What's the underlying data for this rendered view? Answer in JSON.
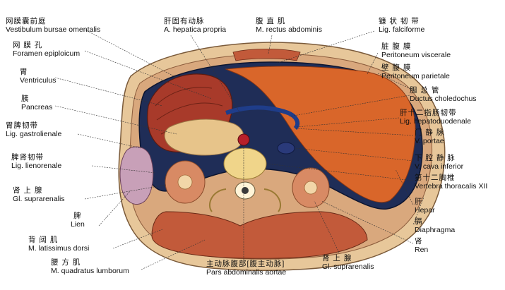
{
  "labels": {
    "vestibulum": {
      "zh": "网膜囊前庭",
      "la": "Vestibulum bursae omentalis"
    },
    "foramen": {
      "zh": "网 膜 孔",
      "la": "Foramen epiploicum"
    },
    "ventriculus": {
      "zh": "胃",
      "la": "Ventriculus"
    },
    "pancreas": {
      "zh": "胰",
      "la": "Pancreas"
    },
    "gastrolienale": {
      "zh": "胃脾韧带",
      "la": "Lig. gastrolienale"
    },
    "lienorenale": {
      "zh": "脾肾韧带",
      "la": "Lig. lienorenale"
    },
    "suprarenalis_left": {
      "zh": "肾 上 腺",
      "la": "Gl. suprarenalis"
    },
    "lien": {
      "zh": "脾",
      "la": "Lien"
    },
    "latissimus": {
      "zh": "背 阔 肌",
      "la": "M. latissimus dorsi"
    },
    "quadratus": {
      "zh": "腰 方 肌",
      "la": "M. quadratus lumborum"
    },
    "hepatica": {
      "zh": "肝固有动脉",
      "la": "A. hepatica propria"
    },
    "rectus": {
      "zh": "腹 直 肌",
      "la": "M. rectus abdominis"
    },
    "aorta": {
      "zh": "主动脉腹部[腹主动脉]",
      "la": "Pars abdominalis aortae"
    },
    "suprarenalis_right": {
      "zh": "肾 上 腺",
      "la": "Gl. suprarenalis"
    },
    "falciforme": {
      "zh": "镰 状 韧 带",
      "la": "Lig. falciforme"
    },
    "visc": {
      "zh": "脏 腹 膜",
      "la": "Peritoneum viscerale"
    },
    "pariet": {
      "zh": "壁 腹 膜",
      "la": "Peritoneum parietale"
    },
    "choledochus": {
      "zh": "胆 总 管",
      "la": "Ductus choledochus"
    },
    "hepatoduodenale": {
      "zh": "肝十二指肠韧带",
      "la": "Lig. hepatoduodenale"
    },
    "portae": {
      "zh": "门 静 脉",
      "la": "V. portae"
    },
    "cava": {
      "zh": "下 腔 静 脉",
      "la": "V. cava inferior"
    },
    "vertebra": {
      "zh": "第十二胸椎",
      "la": "Vertebra thoracalis XII"
    },
    "hepar": {
      "zh": "肝",
      "la": "Hepar"
    },
    "diaphragma": {
      "zh": "膈",
      "la": "Diaphragma"
    },
    "ren": {
      "zh": "肾",
      "la": "Ren"
    }
  }
}
